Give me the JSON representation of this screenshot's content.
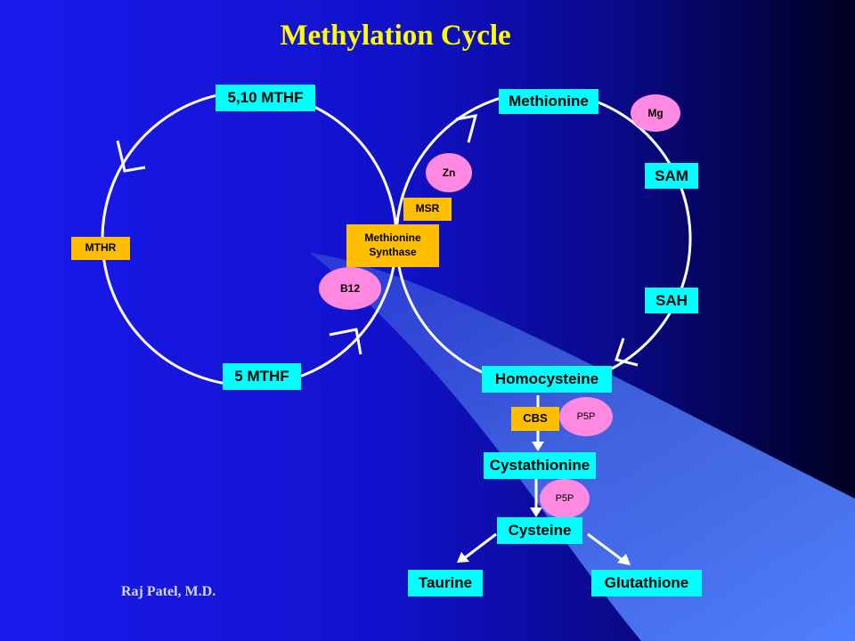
{
  "title": "Methylation Cycle",
  "credit": "Raj Patel, M.D.",
  "nodes": {
    "mthf_510": "5,10 MTHF",
    "mthf_5": "5 MTHF",
    "methionine": "Methionine",
    "sam": "SAM",
    "sah": "SAH",
    "homocysteine": "Homocysteine",
    "cystathionine": "Cystathionine",
    "cysteine": "Cysteine",
    "taurine": "Taurine",
    "glutathione": "Glutathione"
  },
  "enzymes": {
    "mthr": "MTHR",
    "msr": "MSR",
    "methionine_synthase_line1": "Methionine",
    "methionine_synthase_line2": "Synthase",
    "cbs": "CBS"
  },
  "cofactors": {
    "mg": "Mg",
    "zn": "Zn",
    "b12": "B12",
    "p5p_cbs": "P5P",
    "p5p_cystathionine": "P5P"
  },
  "colors": {
    "title": "#ffff00",
    "node_fill": "#00ffff",
    "enzyme_fill": "#ffbf00",
    "cofactor_fill": "#ff88e0",
    "arrow": "#ffffff"
  }
}
